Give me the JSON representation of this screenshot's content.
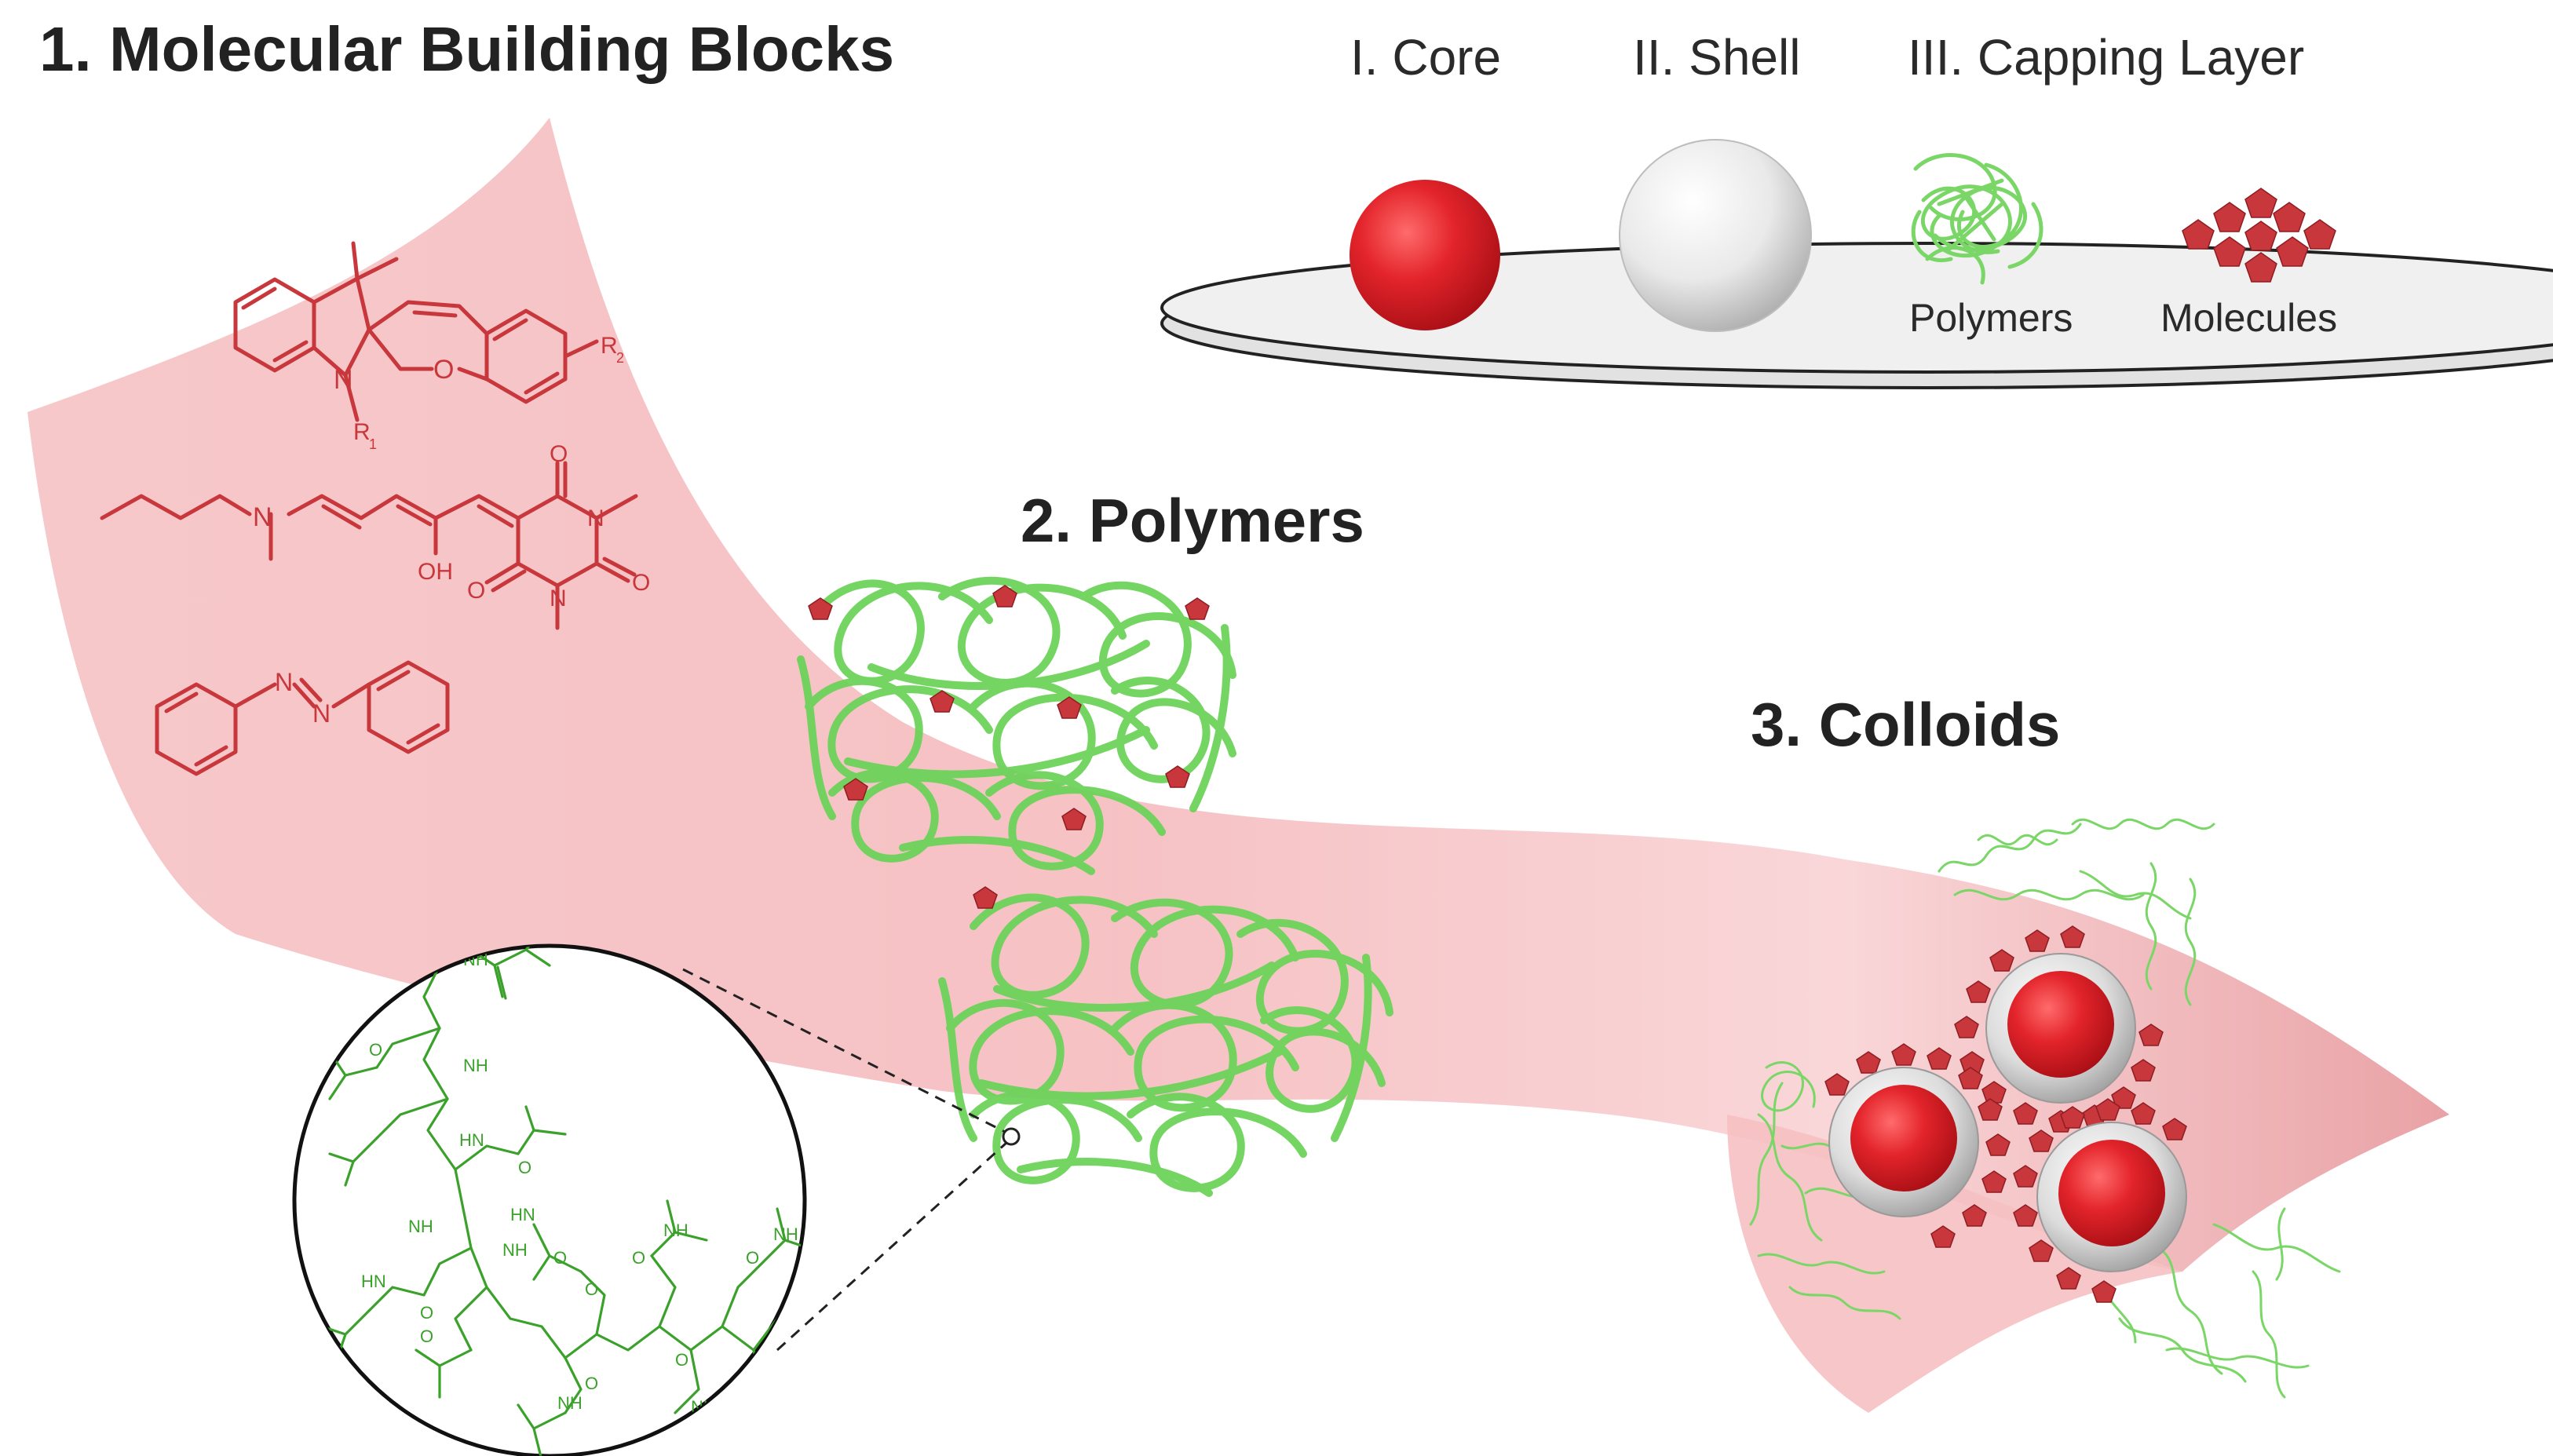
{
  "headings": {
    "building_blocks": "1. Molecular Building Blocks",
    "polymers": "2. Polymers",
    "colloids": "3. Colloids"
  },
  "legend": {
    "core": "I. Core",
    "shell": "II. Shell",
    "capping_layer": "III. Capping Layer",
    "polymers_caption": "Polymers",
    "molecules_caption": "Molecules"
  },
  "molecule_labels": {
    "r1": "R",
    "r1_sub": "1",
    "r2": "R",
    "r2_sub": "2",
    "n_indoline": "N",
    "o_pyran": "O",
    "n_amine": "N",
    "n_barb_top": "N",
    "n_barb_bottom": "N",
    "o_top": "O",
    "o_right": "O",
    "o_left": "O",
    "oh": "OH",
    "n_azo_1": "N",
    "n_azo_2": "N"
  },
  "zoom_labels": [
    "NH",
    "O",
    "NH",
    "O",
    "HN",
    "O",
    "NH",
    "O",
    "HN",
    "O",
    "NH",
    "O",
    "HN",
    "O",
    "NH",
    "O",
    "NH",
    "O",
    "NH",
    "O",
    "NH",
    "O"
  ],
  "colors": {
    "ribbon": "#f3b7ba",
    "molecule_red": "#c8373c",
    "polymer_green": "#6dd35a",
    "core_red": "#e3242b",
    "shell_grey": "#d9d9d9"
  }
}
